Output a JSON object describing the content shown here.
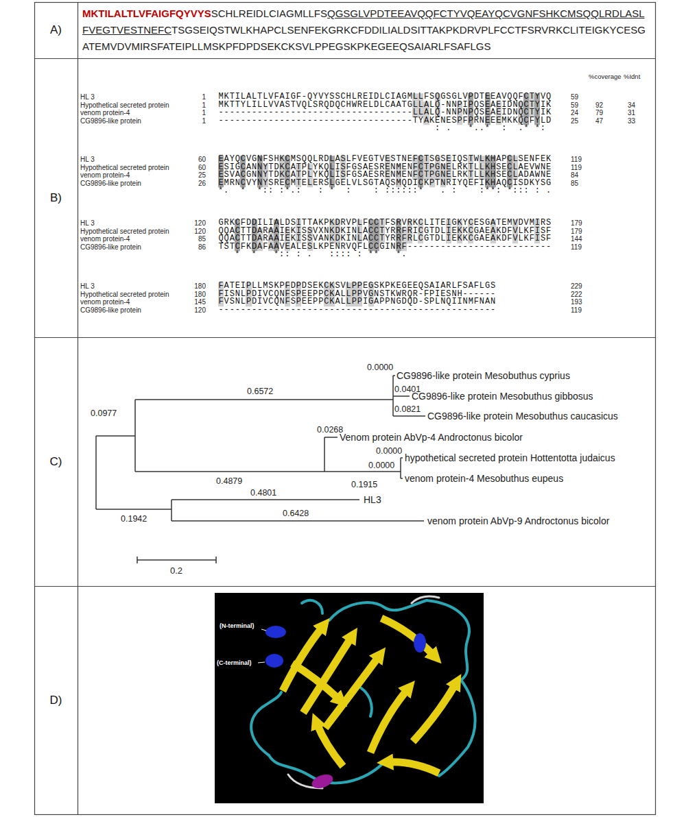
{
  "diagram": {
    "nodes": [
      {
        "text": [
          "A)"
        ]
      },
      {
        "text": [
          "MKTILALTLVFAIGFQYVYS",
          "SCHLREIDLCIAGMLLFS",
          "QGSGLVPDTEEAVQQFCTYVQEAYQCVGNFSHKCMSQQLRDLASLFVEGTVESTNEFC",
          "TSGSEIQSTWLKHAPCLSENFEKGRKCFDDILIALDSITTAKPKDRVPLFCCTFSRVRKCLITEIGKYCESGATEMVDVMIRSFATEIPLLMSKPFDPDSEKCKSVLPPEGSKPKEGEEQSAIARLFSAFLGS"
        ]
      },
      {
        "text": [
          "B)"
        ]
      },
      {
        "text": [
          "C)"
        ]
      },
      {
        "text": [
          "D)"
        ]
      }
    ],
    "labels": [
      "%coverage",
      "%Idnt",
      "HL 3",
      "1",
      "MKTILALTLVFAIGF-QYVYSSCHLREIDLCIAGMLLFSQGSGLVPDTEEAVQQFCTYVQ",
      "59",
      "Hypothetical secreted protein",
      "1",
      "MKTTYLILLVVASTVQLSRQDQCHWRELDLCAATGLLALQ-NNPIPQSEAEIDNQCTYIK",
      "59",
      "92",
      "34",
      "venom protein-4",
      "1",
      "-----------------------------------LLALQ-NNPNPQSEAEIDNQCTYIK",
      "24",
      "79",
      "31",
      "CG9896-like protein",
      "1",
      "-----------------------------------TYAKENESPFPRNEEEMKKQCFYLD",
      "25",
      "47",
      "33",
      "                                       : .   *..*  :  .* *:",
      "HL 3",
      "60",
      "EAYQCVGNFSHKCMSQQLRDLASLFVEGTVESTNEFCTSGSEIQSTWLKHAPCLSENFEK",
      "119",
      "Hypothetical secreted protein",
      "60",
      "ESIGCANNYTDKCATPLYKQLISFGSAESRENMENFCTPGNELRKTLLKHSECLAEVWNE",
      "119",
      "venom protein-4",
      "25",
      "ESVACGNNYTDKCATPLYKQLISFGSAESRENMENFCTPGNELRKTLLKHSECLADAWNE",
      "84",
      "CG9896-like protein",
      "26",
      "EMRNCVYNYSRECMTELERSLGELVLSGTAQSMQDICKPTNRIYQEFIKHAQCISDKYSG",
      "85",
      "*.  *  *:: :*.:   : *  :    : ::::::*   . :    :**: *::: : .",
      "HL 3",
      "120",
      "GRKCFDDILIALDSITTAKPKDRVPLFCCTFSRVRKCLITEIGKYCESGATEMVDVMIRS",
      "179",
      "Hypothetical secreted protein",
      "120",
      "QQACTTDARAAIEKISSVXNKDKINLACCTYRRFRICGTDLIEKKCGAEAKDFVLKFISF",
      "179",
      "venom protein-4",
      "85",
      "QQACTTDARAAIEKISSVANKDKINLACCTYRRFRLCGTDLIEKKCGAEAKDFVLKFISF",
      "144",
      "CG9896-like protein",
      "86",
      "TSTCFKDAFAAVEALESLKPENRVQFLCCGINRF--------------------------",
      "119",
      "   *  *   *:: : .   :::: : **   *.",
      "HL 3",
      "180",
      "FATEIPLLMSKPFDPDSEKCKSVLPPEGSKPKEGEEQSAIARLFSAFLGS",
      "229",
      "Hypothetical secreted protein",
      "180",
      "FISNLPDIVCQNFSPEEPPCKALLPPVGNSTKWRQR-FPIESNH------",
      "222",
      "venom protein-4",
      "145",
      "FVSNLPDIVCQNFSPEEPPCKALLPPIGAPPNGDQD-SPLNQIINMFNAN",
      "193",
      "CG9896-like protein",
      "120",
      "--------------------------------------------------",
      "119",
      "0.0000",
      "CG9896-like protein Mesobuthus cyprius",
      "0.0401",
      "CG9896-like protein Mesobuthus gibbosus",
      "0.6572",
      "0.0977",
      "0.0821",
      "CG9896-like protein Mesobuthus caucasicus",
      "0.0268",
      "Venom protein AbVp-4 Androctonus bicolor",
      "0.0000",
      "hypothetical secreted protein Hottentotta judaicus",
      "0.4879",
      "0.1915",
      "0.0000",
      "venom protein-4 Mesobuthus eupeus",
      "0.4801",
      "HL3",
      "0.1942",
      "0.6428",
      "venom protein AbVp-9 Androctonus bicolor",
      "0.2",
      "(N-terminal)",
      "(C-terminal)"
    ]
  }
}
